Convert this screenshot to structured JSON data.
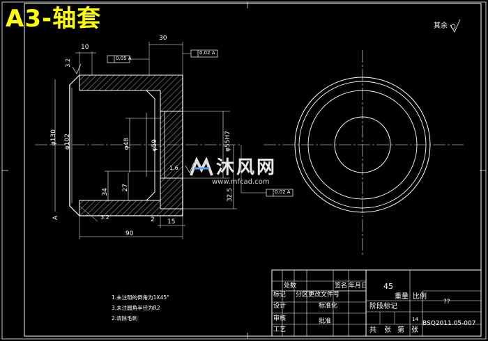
{
  "title": "A3-轴套",
  "roughness_note": "其余",
  "dimensions": {
    "d_top_30": "30",
    "d_top_10": "10",
    "tol_box_1": "0.05 A",
    "tol_box_2": "0.02 A",
    "tol_box_3": "0.02 A",
    "surface_32_left": "3.2",
    "surface_16": "1.6",
    "surface_32_bottom": "3.2",
    "dia_outer": "φ130",
    "dia_bore": "φ102",
    "dia_48": "φ48",
    "dia_59": "φ59",
    "dia_h7": "φ55H7",
    "dim_34": "34",
    "dim_27": "27",
    "dim_325": "32.5",
    "dim_90": "90",
    "dim_15": "15",
    "dim_2": "2",
    "dim_a": "A"
  },
  "notes": [
    "1.未注明的倒角为1X45°",
    "3.未注圆角半径为R2",
    "2.清除毛刺"
  ],
  "watermark": {
    "text": "沐风网",
    "url": "www.mfcad.com"
  },
  "title_block": {
    "material": "45",
    "weight": "重量",
    "scale": "比例",
    "scale_value": "??",
    "stage_mark": "阶段标记",
    "row1": [
      "标记",
      "处数",
      "分区",
      "更改文件号",
      "签名",
      "年月日"
    ],
    "design": "设计",
    "standardize": "标准化",
    "review": "审核",
    "process": "工艺",
    "approve": "批准",
    "sheets_total": "共",
    "sheets_label": "张",
    "sheet_no": "第",
    "sheet_label": "张",
    "val_14": "14",
    "drawing_no": "BSQ2011.05-007"
  }
}
